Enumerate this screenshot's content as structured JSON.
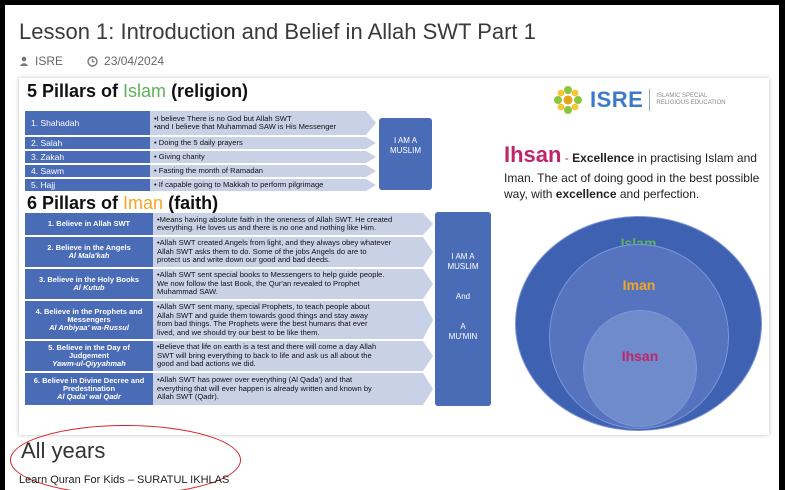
{
  "post": {
    "title": "Lesson 1: Introduction and Belief in Allah SWT Part 1",
    "author": "ISRE",
    "date": "23/04/2024"
  },
  "infographic": {
    "islam_title": {
      "prefix": "5 Pillars of ",
      "highlight": "Islam",
      "suffix": " (religion)"
    },
    "islam_pillars": [
      {
        "label": "1. Shahadah",
        "lines": [
          "•I believe There is no God but Allah SWT",
          "•and I believe that Muhammad SAW is His Messenger"
        ]
      },
      {
        "label": "2. Salah",
        "lines": [
          "• Doing the 5 daily prayers"
        ]
      },
      {
        "label": "3. Zakah",
        "lines": [
          "• Giving charity"
        ]
      },
      {
        "label": "4. Sawm",
        "lines": [
          "• Fasting the month of Ramadan"
        ]
      },
      {
        "label": "5. Hajj",
        "lines": [
          "• If capable going to Makkah to perform pilgrimage"
        ]
      }
    ],
    "muslim_box": "I AM A MUSLIM",
    "iman_title": {
      "prefix": "6 Pillars of ",
      "highlight": "Iman",
      "suffix": " (faith)"
    },
    "iman_pillars": [
      {
        "label": "1. Believe in Allah SWT",
        "sub": "",
        "lines": [
          "•Means having absolute faith in the oneness of Allah SWT. He created",
          "everything. He loves us and there is no one and nothing like Him."
        ]
      },
      {
        "label": "2. Believe in the Angels",
        "sub": "Al Mala'kah",
        "lines": [
          "•Allah SWT created Angels from light, and they always obey whatever",
          "Allah SWT asks them to do. Some of the jobs Angels do are to",
          "protect us and write down our good and bad deeds."
        ]
      },
      {
        "label": "3. Believe in the Holy Books",
        "sub": "Al Kutub",
        "lines": [
          "•Allah SWT sent special books to Messengers to help guide people.",
          "We now follow the last Book, the Qur'an revealed to Prophet",
          "Muhammad SAW."
        ]
      },
      {
        "label": "4. Believe in the Prophets and Messengers",
        "sub": "Al Anbiyaa' wa-Russul",
        "lines": [
          "•Allah SWT sent many, special Prophets, to teach people about",
          "Allah SWT and guide them towards good things and stay away",
          "from bad things. The Prophets were the best humans that ever",
          "lived, and we should try our best to be like them."
        ]
      },
      {
        "label": "5. Believe in the Day of Judgement",
        "sub": "Yawm-ul-Qiyyahmah",
        "lines": [
          "•Believe that life on earth is a test and there will come a day Allah",
          "SWT will bring everything to back to life and ask us all about the",
          "good and bad actions we did."
        ]
      },
      {
        "label": "6. Believe in Divine Decree and Predestination",
        "sub": "Al Qada' wal Qadr",
        "lines": [
          "•Allah SWT has power over everything (Al Qada') and that",
          "everything that will ever happen is already written and known by",
          "Allah SWT (Qadr)."
        ]
      }
    ],
    "mumin_box": {
      "line1": "I AM A",
      "line2": "MUSLIM",
      "line3": "And",
      "line4": "A",
      "line5": "MU'MIN"
    },
    "logo": {
      "word": "ISRE",
      "sub1": "ISLAMIC SPECIAL",
      "sub2": "RELIGIOUS EDUCATION"
    },
    "ihsan": {
      "word": "Ihsan",
      "dash": " - ",
      "lead": "Excellence",
      "text1": " in practising Islam and Iman. The act of doing good in the best possible way, with ",
      "bold2": "excellence",
      "text2": " and perfection."
    },
    "circles": {
      "outer": "Islam",
      "middle": "Iman",
      "inner": "Ihsan"
    },
    "colors": {
      "chip": "#4a6bb5",
      "arrow": "#c9d1e6",
      "islam": "#5cb15a",
      "iman": "#f5a623",
      "ihsan": "#c0256a",
      "outer": "#3f61b1",
      "middle": "#5573be",
      "inner": "#6f8bcc"
    }
  },
  "section": {
    "heading": "All years",
    "items": [
      "Learn Quran For Kids – SURATUL IKHLAS"
    ]
  }
}
